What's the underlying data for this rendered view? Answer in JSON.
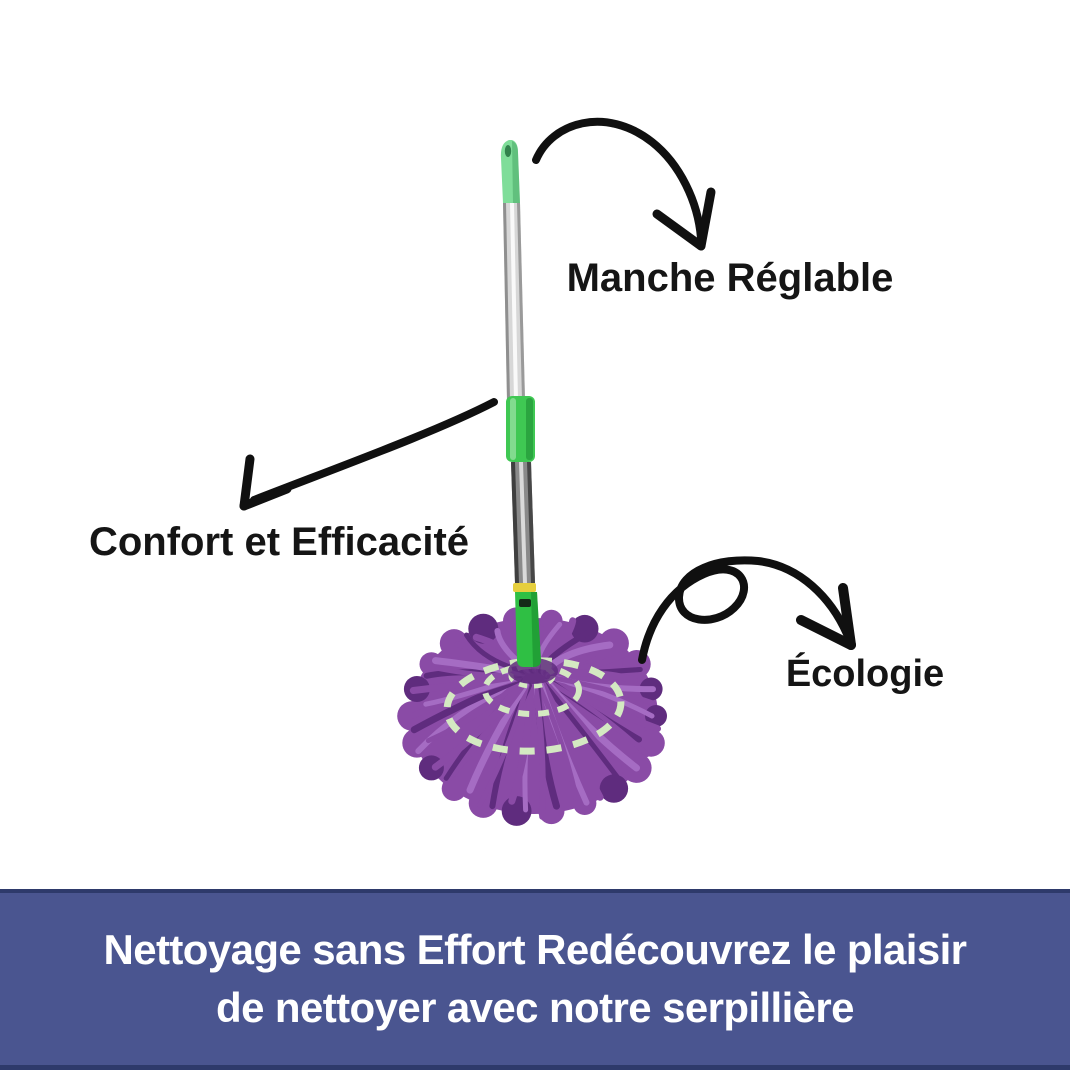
{
  "annotations": {
    "adjustable_handle": {
      "label": "Manche Réglable"
    },
    "comfort": {
      "label": "Confort et Efficacité"
    },
    "ecology": {
      "label": "Écologie"
    }
  },
  "banner": {
    "line1": "Nettoyage sans Effort Redécouvrez le plaisir",
    "line2": "de nettoyer avec notre serpillière"
  },
  "colors": {
    "page_bg": "#ffffff",
    "annotation_text": "#151515",
    "arrow": "#101010",
    "banner_bg": "#4a5590",
    "banner_edge": "#2e3a6b",
    "banner_text": "#ffffff",
    "mop_purple": "#8a4ba6",
    "mop_purple_light": "#a56cc3",
    "mop_purple_dark": "#5f2c7e",
    "mop_band_green": "#d4e9c2",
    "cap_green": "#7fdd99",
    "handle_green": "#3fc853",
    "connector_green": "#2fbf44",
    "collar_yellow": "#e6cf3e",
    "pole_silver": "#d7d7d7",
    "pole_dark": "#8a8a8a"
  }
}
